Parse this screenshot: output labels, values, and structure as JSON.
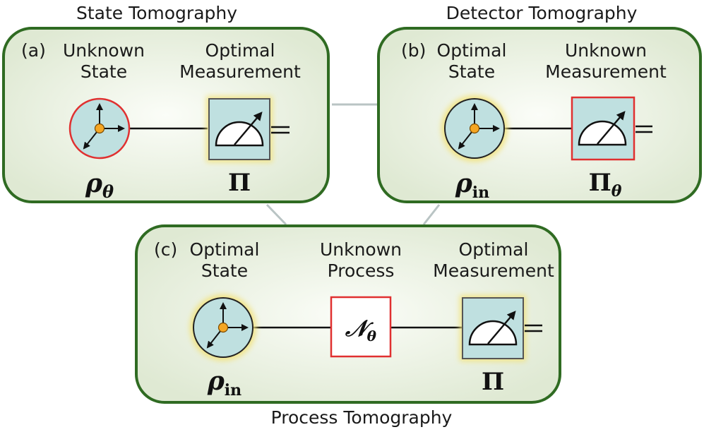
{
  "titles": {
    "state": "State Tomography",
    "detector": "Detector Tomography",
    "process": "Process Tomography"
  },
  "panels": {
    "a": {
      "tag": "(a)",
      "left_label": [
        "Unknown",
        "State"
      ],
      "right_label": [
        "Optimal",
        "Measurement"
      ],
      "state_symbol": "ρ",
      "state_sub": "θ",
      "meas_symbol": "Π",
      "meas_sub": ""
    },
    "b": {
      "tag": "(b)",
      "left_label": [
        "Optimal",
        "State"
      ],
      "right_label": [
        "Unknown",
        "Measurement"
      ],
      "state_symbol": "ρ",
      "state_sub": "in",
      "meas_symbol": "Π",
      "meas_sub": "θ"
    },
    "c": {
      "tag": "(c)",
      "left_label": [
        "Optimal",
        "State"
      ],
      "mid_label": [
        "Unknown",
        "Process"
      ],
      "right_label": [
        "Optimal",
        "Measurement"
      ],
      "state_symbol": "ρ",
      "state_sub": "in",
      "process_symbol": "𝒩",
      "process_sub": "θ",
      "meas_symbol": "Π",
      "meas_sub": ""
    }
  },
  "colors": {
    "panel_border": "#2f6b22",
    "panel_fill": "#e6efdc",
    "element_fill": "#bfe0e0",
    "unknown_border": "#e03030",
    "optimal_glow": "#f2e27a",
    "connector": "#b9c4c4",
    "dot": "#f5a623"
  }
}
